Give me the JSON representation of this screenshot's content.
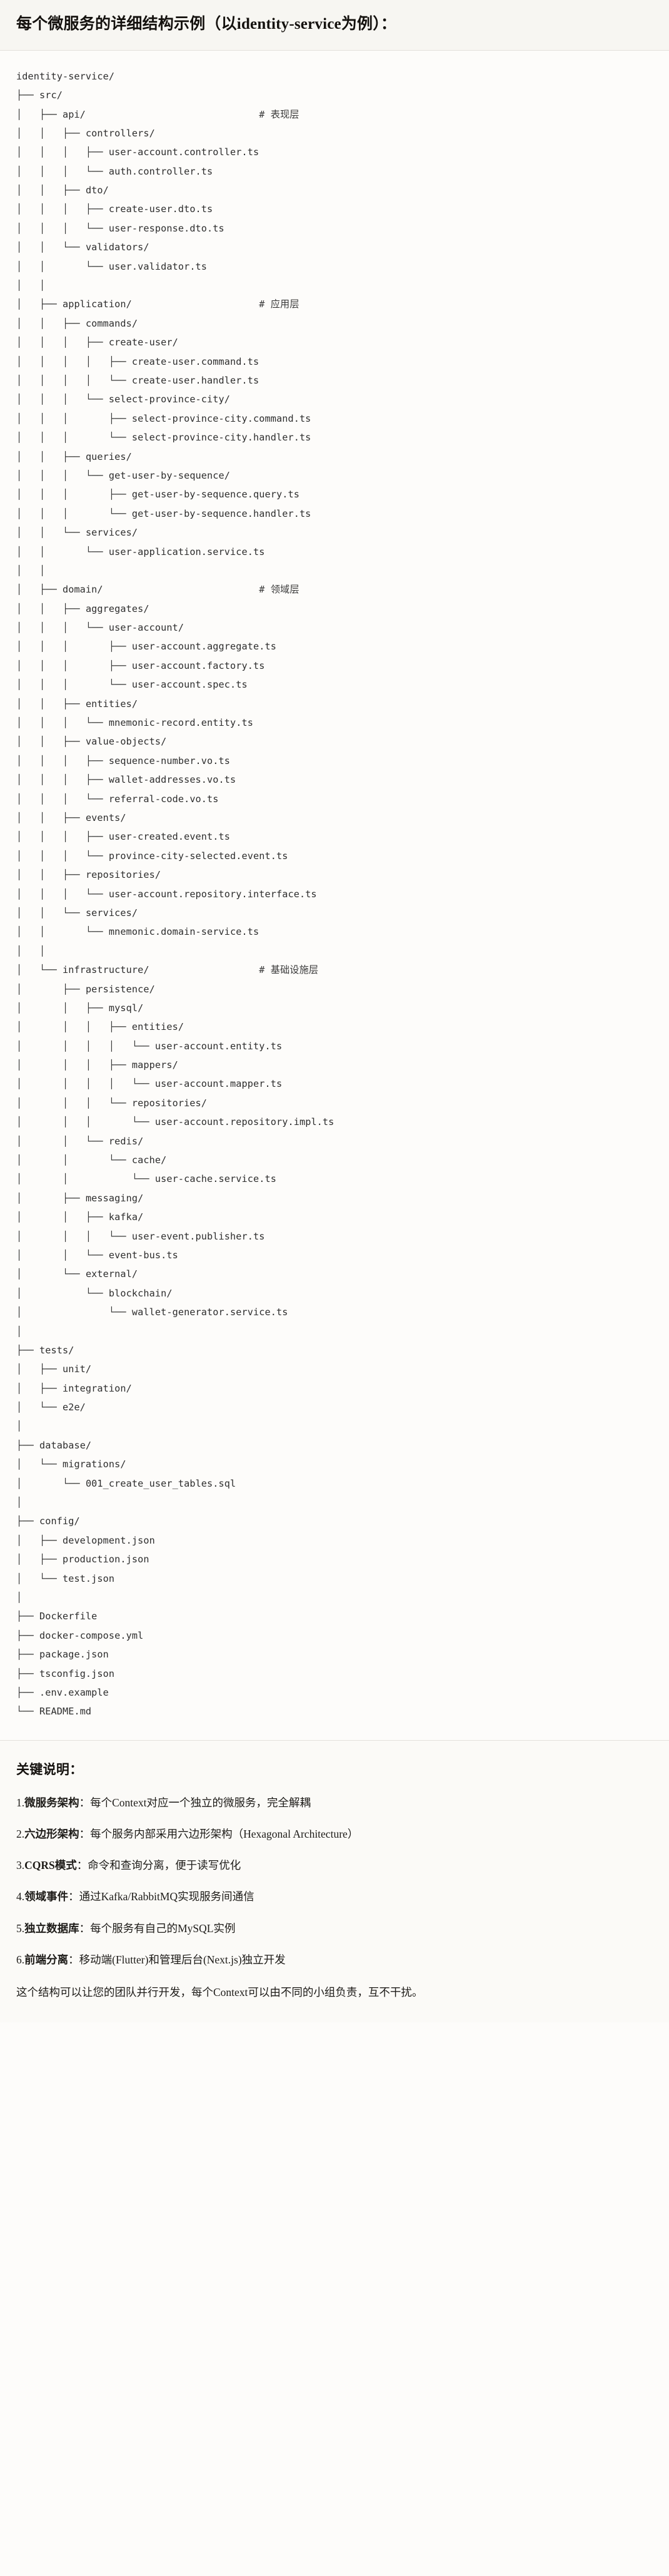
{
  "header": {
    "title": "每个微服务的详细结构示例（以identity-service为例）："
  },
  "tree": {
    "root_label": "identity-service/",
    "comment_marker": "#",
    "lines": [
      {
        "prefix": "",
        "name": "identity-service/",
        "comment": ""
      },
      {
        "prefix": "├── ",
        "name": "src/",
        "comment": ""
      },
      {
        "prefix": "│   ├── ",
        "name": "api/",
        "comment": "# 表现层"
      },
      {
        "prefix": "│   │   ├── ",
        "name": "controllers/",
        "comment": ""
      },
      {
        "prefix": "│   │   │   ├── ",
        "name": "user-account.controller.ts",
        "comment": ""
      },
      {
        "prefix": "│   │   │   └── ",
        "name": "auth.controller.ts",
        "comment": ""
      },
      {
        "prefix": "│   │   ├── ",
        "name": "dto/",
        "comment": ""
      },
      {
        "prefix": "│   │   │   ├── ",
        "name": "create-user.dto.ts",
        "comment": ""
      },
      {
        "prefix": "│   │   │   └── ",
        "name": "user-response.dto.ts",
        "comment": ""
      },
      {
        "prefix": "│   │   └── ",
        "name": "validators/",
        "comment": ""
      },
      {
        "prefix": "│   │       └── ",
        "name": "user.validator.ts",
        "comment": ""
      },
      {
        "prefix": "│   │",
        "name": "",
        "comment": ""
      },
      {
        "prefix": "│   ├── ",
        "name": "application/",
        "comment": "# 应用层"
      },
      {
        "prefix": "│   │   ├── ",
        "name": "commands/",
        "comment": ""
      },
      {
        "prefix": "│   │   │   ├── ",
        "name": "create-user/",
        "comment": ""
      },
      {
        "prefix": "│   │   │   │   ├── ",
        "name": "create-user.command.ts",
        "comment": ""
      },
      {
        "prefix": "│   │   │   │   └── ",
        "name": "create-user.handler.ts",
        "comment": ""
      },
      {
        "prefix": "│   │   │   └── ",
        "name": "select-province-city/",
        "comment": ""
      },
      {
        "prefix": "│   │   │       ├── ",
        "name": "select-province-city.command.ts",
        "comment": ""
      },
      {
        "prefix": "│   │   │       └── ",
        "name": "select-province-city.handler.ts",
        "comment": ""
      },
      {
        "prefix": "│   │   ├── ",
        "name": "queries/",
        "comment": ""
      },
      {
        "prefix": "│   │   │   └── ",
        "name": "get-user-by-sequence/",
        "comment": ""
      },
      {
        "prefix": "│   │   │       ├── ",
        "name": "get-user-by-sequence.query.ts",
        "comment": ""
      },
      {
        "prefix": "│   │   │       └── ",
        "name": "get-user-by-sequence.handler.ts",
        "comment": ""
      },
      {
        "prefix": "│   │   └── ",
        "name": "services/",
        "comment": ""
      },
      {
        "prefix": "│   │       └── ",
        "name": "user-application.service.ts",
        "comment": ""
      },
      {
        "prefix": "│   │",
        "name": "",
        "comment": ""
      },
      {
        "prefix": "│   ├── ",
        "name": "domain/",
        "comment": "# 领域层"
      },
      {
        "prefix": "│   │   ├── ",
        "name": "aggregates/",
        "comment": ""
      },
      {
        "prefix": "│   │   │   └── ",
        "name": "user-account/",
        "comment": ""
      },
      {
        "prefix": "│   │   │       ├── ",
        "name": "user-account.aggregate.ts",
        "comment": ""
      },
      {
        "prefix": "│   │   │       ├── ",
        "name": "user-account.factory.ts",
        "comment": ""
      },
      {
        "prefix": "│   │   │       └── ",
        "name": "user-account.spec.ts",
        "comment": ""
      },
      {
        "prefix": "│   │   ├── ",
        "name": "entities/",
        "comment": ""
      },
      {
        "prefix": "│   │   │   └── ",
        "name": "mnemonic-record.entity.ts",
        "comment": ""
      },
      {
        "prefix": "│   │   ├── ",
        "name": "value-objects/",
        "comment": ""
      },
      {
        "prefix": "│   │   │   ├── ",
        "name": "sequence-number.vo.ts",
        "comment": ""
      },
      {
        "prefix": "│   │   │   ├── ",
        "name": "wallet-addresses.vo.ts",
        "comment": ""
      },
      {
        "prefix": "│   │   │   └── ",
        "name": "referral-code.vo.ts",
        "comment": ""
      },
      {
        "prefix": "│   │   ├── ",
        "name": "events/",
        "comment": ""
      },
      {
        "prefix": "│   │   │   ├── ",
        "name": "user-created.event.ts",
        "comment": ""
      },
      {
        "prefix": "│   │   │   └── ",
        "name": "province-city-selected.event.ts",
        "comment": ""
      },
      {
        "prefix": "│   │   ├── ",
        "name": "repositories/",
        "comment": ""
      },
      {
        "prefix": "│   │   │   └── ",
        "name": "user-account.repository.interface.ts",
        "comment": ""
      },
      {
        "prefix": "│   │   └── ",
        "name": "services/",
        "comment": ""
      },
      {
        "prefix": "│   │       └── ",
        "name": "mnemonic.domain-service.ts",
        "comment": ""
      },
      {
        "prefix": "│   │",
        "name": "",
        "comment": ""
      },
      {
        "prefix": "│   └── ",
        "name": "infrastructure/",
        "comment": "# 基础设施层"
      },
      {
        "prefix": "│       ├── ",
        "name": "persistence/",
        "comment": ""
      },
      {
        "prefix": "│       │   ├── ",
        "name": "mysql/",
        "comment": ""
      },
      {
        "prefix": "│       │   │   ├── ",
        "name": "entities/",
        "comment": ""
      },
      {
        "prefix": "│       │   │   │   └── ",
        "name": "user-account.entity.ts",
        "comment": ""
      },
      {
        "prefix": "│       │   │   ├── ",
        "name": "mappers/",
        "comment": ""
      },
      {
        "prefix": "│       │   │   │   └── ",
        "name": "user-account.mapper.ts",
        "comment": ""
      },
      {
        "prefix": "│       │   │   └── ",
        "name": "repositories/",
        "comment": ""
      },
      {
        "prefix": "│       │   │       └── ",
        "name": "user-account.repository.impl.ts",
        "comment": ""
      },
      {
        "prefix": "│       │   └── ",
        "name": "redis/",
        "comment": ""
      },
      {
        "prefix": "│       │       └── ",
        "name": "cache/",
        "comment": ""
      },
      {
        "prefix": "│       │           └── ",
        "name": "user-cache.service.ts",
        "comment": ""
      },
      {
        "prefix": "│       ├── ",
        "name": "messaging/",
        "comment": ""
      },
      {
        "prefix": "│       │   ├── ",
        "name": "kafka/",
        "comment": ""
      },
      {
        "prefix": "│       │   │   └── ",
        "name": "user-event.publisher.ts",
        "comment": ""
      },
      {
        "prefix": "│       │   └── ",
        "name": "event-bus.ts",
        "comment": ""
      },
      {
        "prefix": "│       └── ",
        "name": "external/",
        "comment": ""
      },
      {
        "prefix": "│           └── ",
        "name": "blockchain/",
        "comment": ""
      },
      {
        "prefix": "│               └── ",
        "name": "wallet-generator.service.ts",
        "comment": ""
      },
      {
        "prefix": "│",
        "name": "",
        "comment": ""
      },
      {
        "prefix": "├── ",
        "name": "tests/",
        "comment": ""
      },
      {
        "prefix": "│   ├── ",
        "name": "unit/",
        "comment": ""
      },
      {
        "prefix": "│   ├── ",
        "name": "integration/",
        "comment": ""
      },
      {
        "prefix": "│   └── ",
        "name": "e2e/",
        "comment": ""
      },
      {
        "prefix": "│",
        "name": "",
        "comment": ""
      },
      {
        "prefix": "├── ",
        "name": "database/",
        "comment": ""
      },
      {
        "prefix": "│   └── ",
        "name": "migrations/",
        "comment": ""
      },
      {
        "prefix": "│       └── ",
        "name": "001_create_user_tables.sql",
        "comment": ""
      },
      {
        "prefix": "│",
        "name": "",
        "comment": ""
      },
      {
        "prefix": "├── ",
        "name": "config/",
        "comment": ""
      },
      {
        "prefix": "│   ├── ",
        "name": "development.json",
        "comment": ""
      },
      {
        "prefix": "│   ├── ",
        "name": "production.json",
        "comment": ""
      },
      {
        "prefix": "│   └── ",
        "name": "test.json",
        "comment": ""
      },
      {
        "prefix": "│",
        "name": "",
        "comment": ""
      },
      {
        "prefix": "├── ",
        "name": "Dockerfile",
        "comment": ""
      },
      {
        "prefix": "├── ",
        "name": "docker-compose.yml",
        "comment": ""
      },
      {
        "prefix": "├── ",
        "name": "package.json",
        "comment": ""
      },
      {
        "prefix": "├── ",
        "name": "tsconfig.json",
        "comment": ""
      },
      {
        "prefix": "├── ",
        "name": ".env.example",
        "comment": ""
      },
      {
        "prefix": "└── ",
        "name": "README.md",
        "comment": ""
      }
    ]
  },
  "notes": {
    "title": "关键说明：",
    "items": [
      {
        "index": "1.",
        "term": "微服务架构",
        "body": "：每个Context对应一个独立的微服务，完全解耦"
      },
      {
        "index": "2.",
        "term": "六边形架构",
        "body": "：每个服务内部采用六边形架构（Hexagonal Architecture）"
      },
      {
        "index": "3.",
        "term": "CQRS模式",
        "body": "：命令和查询分离，便于读写优化"
      },
      {
        "index": "4.",
        "term": "领域事件",
        "body": "：通过Kafka/RabbitMQ实现服务间通信"
      },
      {
        "index": "5.",
        "term": "独立数据库",
        "body": "：每个服务有自己的MySQL实例"
      },
      {
        "index": "6.",
        "term": "前端分离",
        "body": "：移动端(Flutter)和管理后台(Next.js)独立开发"
      }
    ],
    "footer": "这个结构可以让您的团队并行开发，每个Context可以由不同的小组负责，互不干扰。"
  }
}
